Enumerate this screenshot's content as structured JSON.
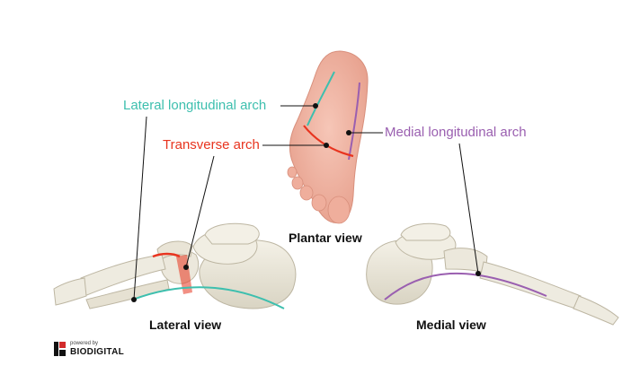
{
  "labels": {
    "lateral_arch": "Lateral longitudinal arch",
    "transverse_arch": "Transverse arch",
    "medial_arch": "Medial longitudinal arch"
  },
  "views": {
    "plantar": "Plantar view",
    "lateral": "Lateral view",
    "medial": "Medial view"
  },
  "brand": {
    "powered": "powered by",
    "name": "BIODIGITAL"
  },
  "colors": {
    "lateral_arch": "#3dbfae",
    "transverse_arch": "#e8341f",
    "medial_arch": "#9a5fb0",
    "skin": "#f2b4a3",
    "bone": "#ede9dc"
  }
}
